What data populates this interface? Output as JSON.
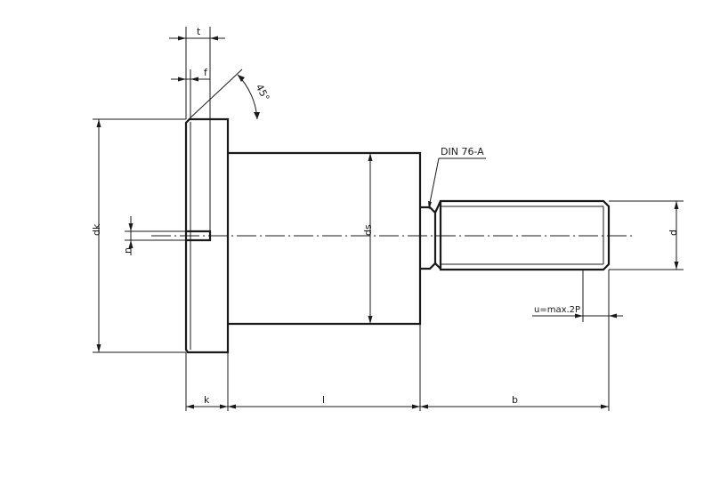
{
  "labels": {
    "t": "t",
    "f": "f",
    "angle": "45°",
    "din": "DIN 76-A",
    "dk": "dk",
    "ds": "ds",
    "d": "d",
    "n": "n",
    "u": "u=max.2P",
    "k": "k",
    "l": "l",
    "b": "b"
  },
  "colors": {
    "line": "#1a1a1a",
    "background": "#ffffff"
  }
}
